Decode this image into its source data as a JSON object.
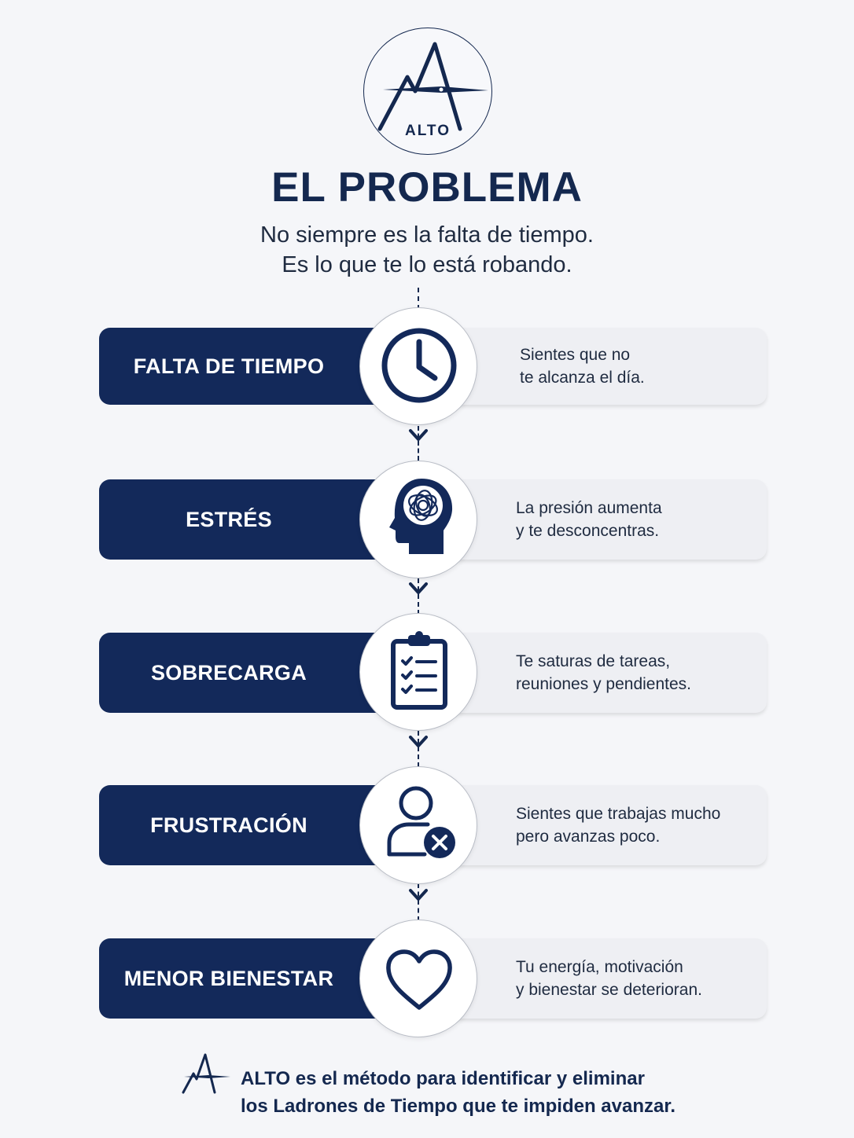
{
  "logo": {
    "text": "ALTO"
  },
  "header": {
    "title": "EL PROBLEMA",
    "subtitle_line1": "No siempre es la falta de tiempo.",
    "subtitle_line2": "Es lo que te lo está robando."
  },
  "steps": [
    {
      "label": "FALTA DE TIEMPO",
      "icon": "clock-icon",
      "desc_line1": "Sientes que no",
      "desc_line2": "te alcanza el día."
    },
    {
      "label": "ESTRÉS",
      "icon": "stressed-head-icon",
      "desc_line1": "La presión aumenta",
      "desc_line2": "y te desconcentras."
    },
    {
      "label": "SOBRECARGA",
      "icon": "clipboard-checklist-icon",
      "desc_line1": "Te saturas de tareas,",
      "desc_line2": "reuniones y pendientes."
    },
    {
      "label": "FRUSTRACIÓN",
      "icon": "user-x-icon",
      "desc_line1": "Sientes que trabajas mucho",
      "desc_line2": "pero avanzas poco."
    },
    {
      "label": "MENOR BIENESTAR",
      "icon": "heart-icon",
      "desc_line1": "Tu energía, motivación",
      "desc_line2": "y bienestar se deterioran."
    }
  ],
  "footer": {
    "line1": "ALTO es el método para identificar y eliminar",
    "line2": "los Ladrones de Tiempo que te impiden avanzar."
  },
  "colors": {
    "navy": "#13295a",
    "background": "#f5f6f9",
    "description_panel": "#eeeff3"
  }
}
